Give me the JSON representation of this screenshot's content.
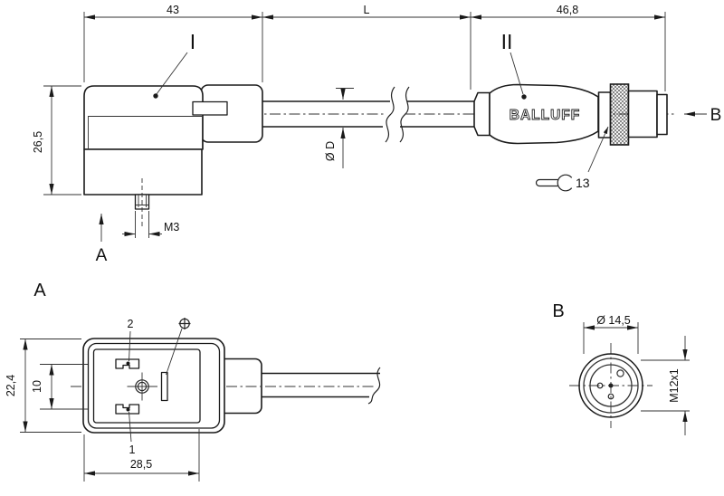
{
  "colors": {
    "ink": "#1a1a1a",
    "background": "#ffffff"
  },
  "side_view": {
    "dim_connector_width": "43",
    "dim_cable_length": "L",
    "dim_m12_length": "46,8",
    "dim_connector_height": "26,5",
    "dim_cable_diameter": "Ø D",
    "dim_stud_thread": "M3",
    "label_part_1": "I",
    "label_part_2": "II",
    "brand": "BALLUFF",
    "wrench_size": "13",
    "view_arrow_a": "A",
    "view_arrow_b": "B"
  },
  "front_view_a": {
    "title": "A",
    "dim_width": "28,5",
    "dim_height": "22,4",
    "dim_pin_spacing": "10",
    "pin_top_label": "2",
    "pin_bottom_label": "1"
  },
  "circular_view_b": {
    "title": "B",
    "dim_diameter": "Ø 14,5",
    "dim_thread": "M12x1"
  }
}
